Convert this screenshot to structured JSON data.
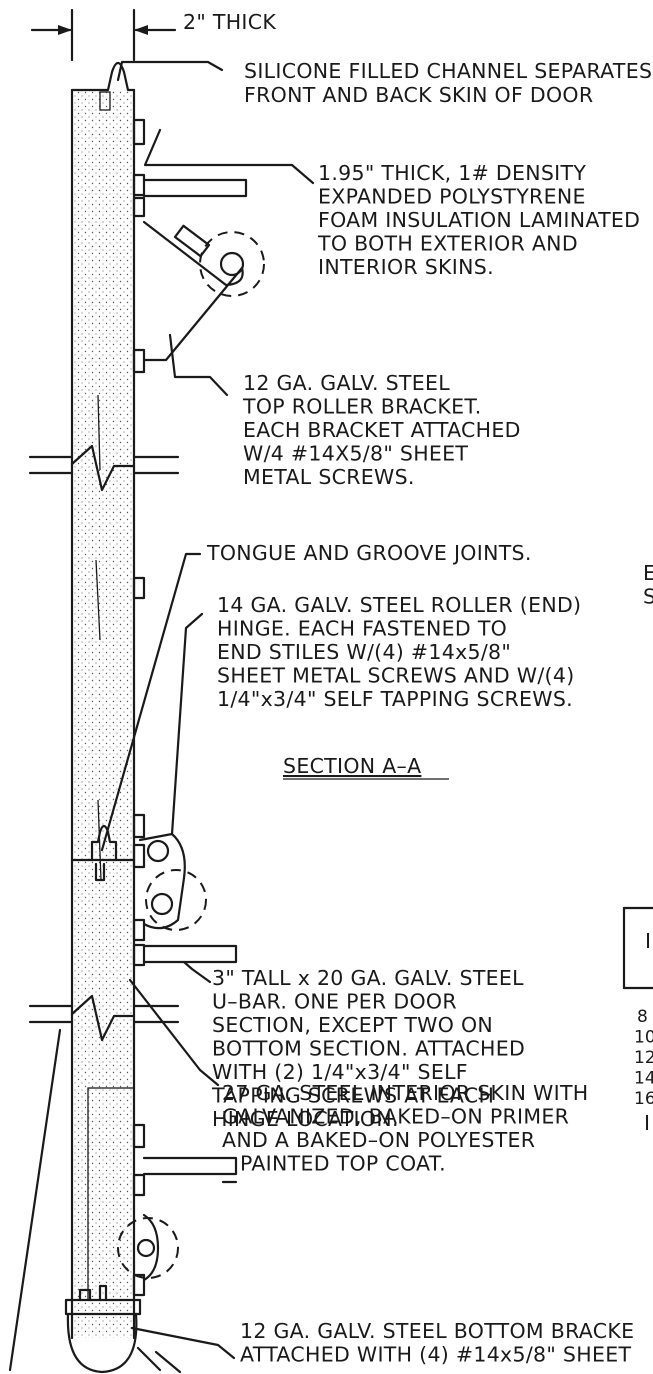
{
  "drawing": {
    "callouts": {
      "thickness": [
        "2\" THICK"
      ],
      "silicone": [
        "SILICONE FILLED CHANNEL SEPARATES",
        "FRONT AND BACK SKIN OF DOOR"
      ],
      "foam": [
        "1.95\" THICK, 1# DENSITY",
        "EXPANDED POLYSTYRENE",
        "FOAM INSULATION LAMINATED",
        "TO BOTH EXTERIOR AND",
        "INTERIOR SKINS."
      ],
      "top_bracket": [
        "12 GA. GALV. STEEL",
        "TOP ROLLER BRACKET.",
        "EACH BRACKET ATTACHED",
        "W/4 #14X5/8\" SHEET",
        "METAL SCREWS."
      ],
      "tongue_groove": [
        "TONGUE AND GROOVE JOINTS."
      ],
      "hinge": [
        "14 GA. GALV. STEEL ROLLER (END)",
        "HINGE. EACH FASTENED TO",
        "END STILES W/(4) #14x5/8\"",
        "SHEET METAL SCREWS AND W/(4)",
        "1/4\"x3/4\" SELF TAPPING SCREWS."
      ],
      "section_title": [
        "SECTION A–A"
      ],
      "ubar": [
        "3\" TALL x 20 GA. GALV. STEEL",
        "U–BAR. ONE PER DOOR",
        "SECTION, EXCEPT TWO ON",
        "BOTTOM SECTION. ATTACHED",
        "WITH (2) 1/4\"x3/4\" SELF",
        "TAPPING SCREWS AT EACH",
        "HINGE LOCATION."
      ],
      "interior_skin": [
        "27 GA. STEEL INTERIOR SKIN WITH",
        "GALVANIZED, BAKED–ON PRIMER",
        "AND A BAKED–ON POLYESTER",
        "PAINTED TOP COAT."
      ],
      "bottom_bracket": [
        "12 GA. GALV. STEEL BOTTOM BRACKE",
        "ATTACHED WITH (4) #14x5/8\" SHEET"
      ]
    },
    "edge_fragments": {
      "right_mid": [
        "E",
        "S"
      ],
      "table_header": [
        "I"
      ],
      "table_rows": [
        "8",
        "10",
        "12",
        "14",
        "16"
      ],
      "table_footer": [
        "I"
      ]
    }
  }
}
